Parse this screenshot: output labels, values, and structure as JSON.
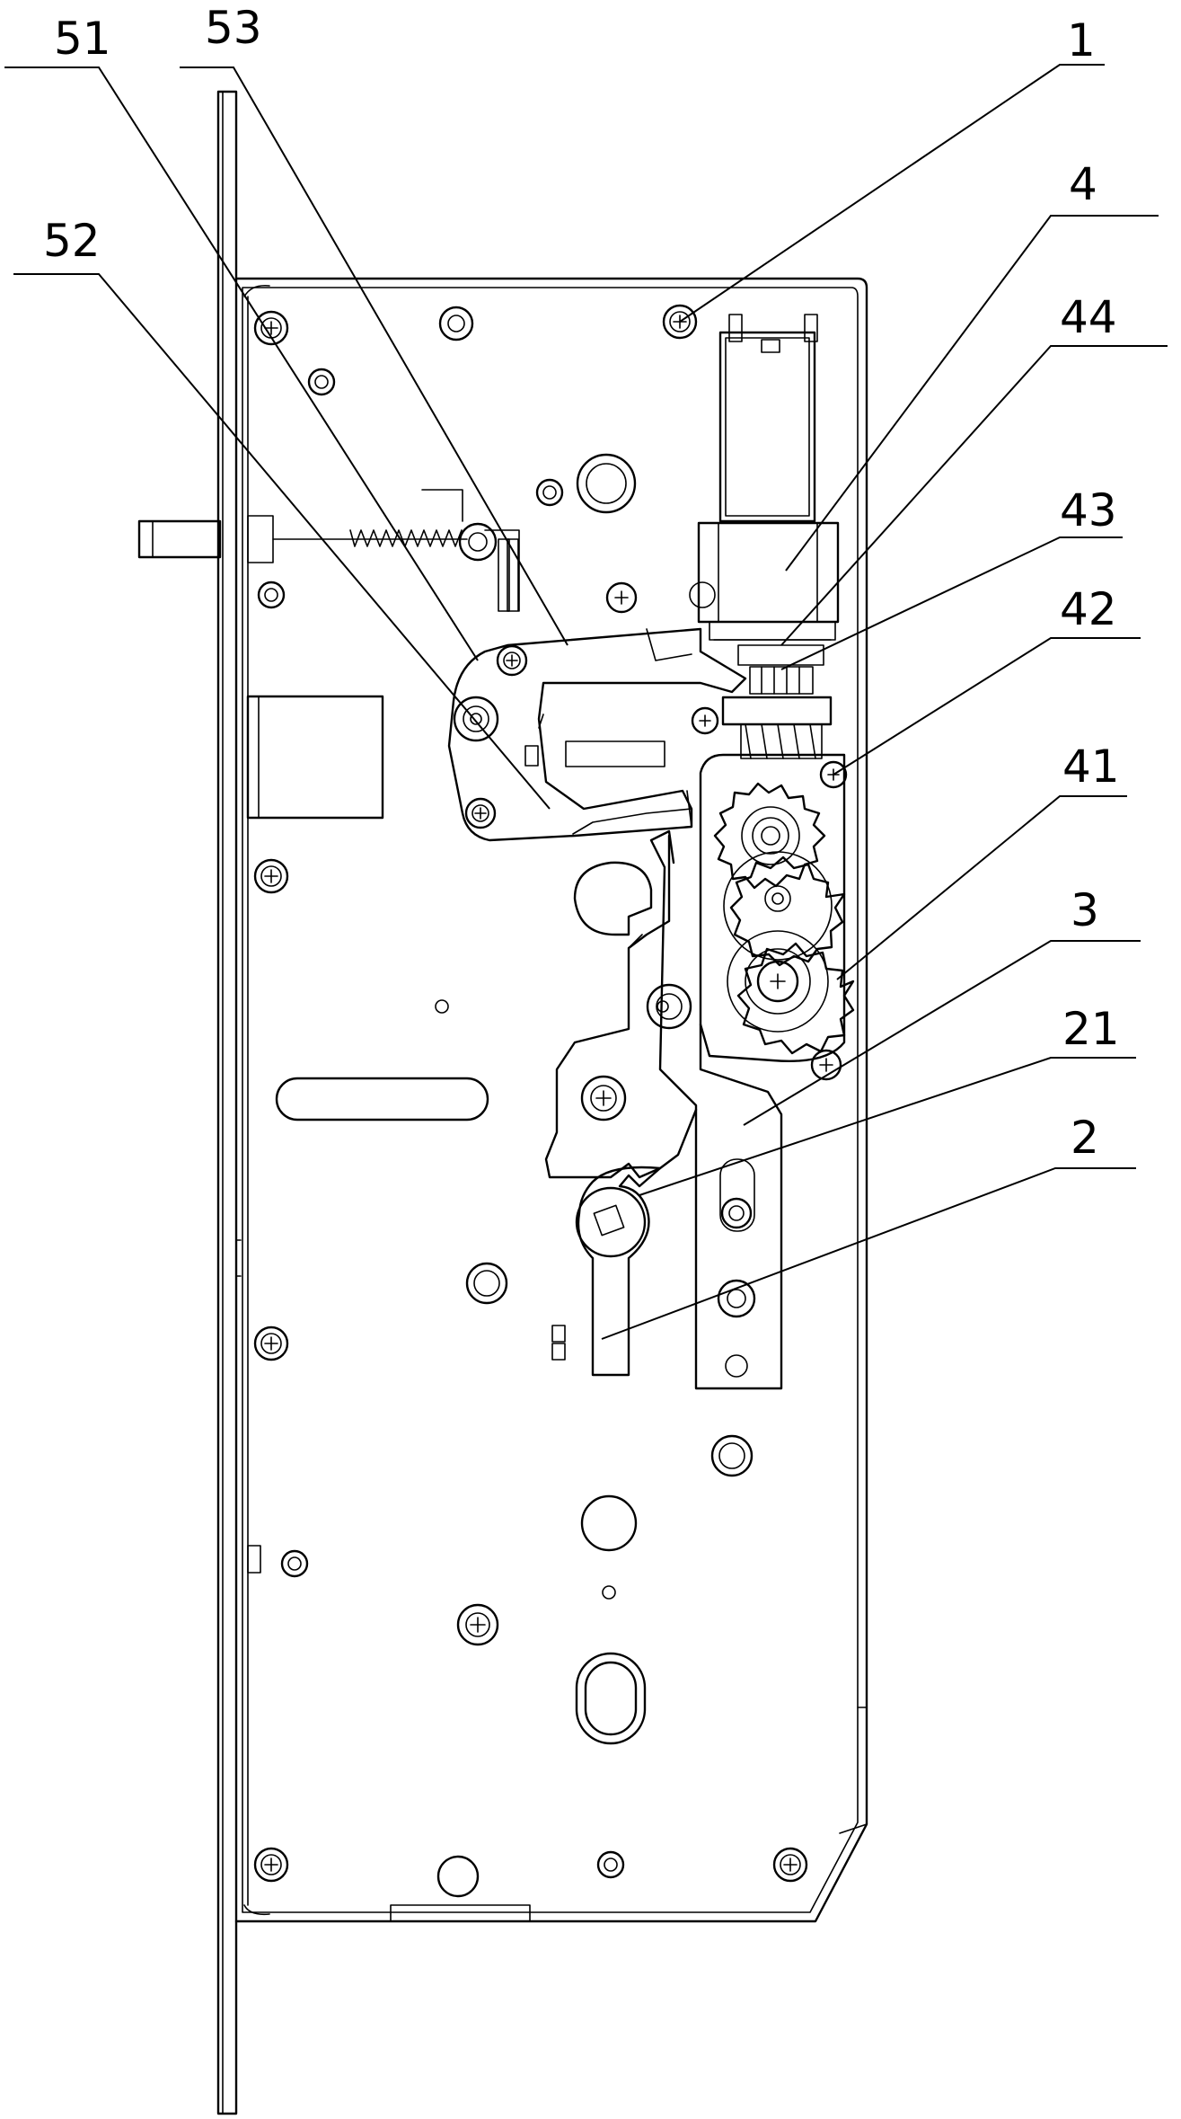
{
  "callouts": [
    {
      "id": "c-1",
      "text": "1"
    },
    {
      "id": "c-4",
      "text": "4"
    },
    {
      "id": "c-44",
      "text": "44"
    },
    {
      "id": "c-43",
      "text": "43"
    },
    {
      "id": "c-42",
      "text": "42"
    },
    {
      "id": "c-41",
      "text": "41"
    },
    {
      "id": "c-3",
      "text": "3"
    },
    {
      "id": "c-21",
      "text": "21"
    },
    {
      "id": "c-2",
      "text": "2"
    },
    {
      "id": "c-51",
      "text": "51"
    },
    {
      "id": "c-53",
      "text": "53"
    },
    {
      "id": "c-52",
      "text": "52"
    }
  ]
}
